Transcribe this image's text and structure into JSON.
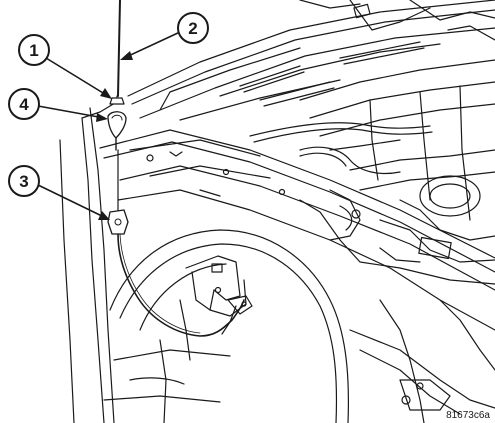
{
  "callouts": [
    {
      "label": "1"
    },
    {
      "label": "2"
    },
    {
      "label": "4"
    },
    {
      "label": "3"
    }
  ],
  "figure_code": "81673c6a",
  "colors": {
    "line": "#1a1a1a",
    "background": "#ffffff"
  }
}
